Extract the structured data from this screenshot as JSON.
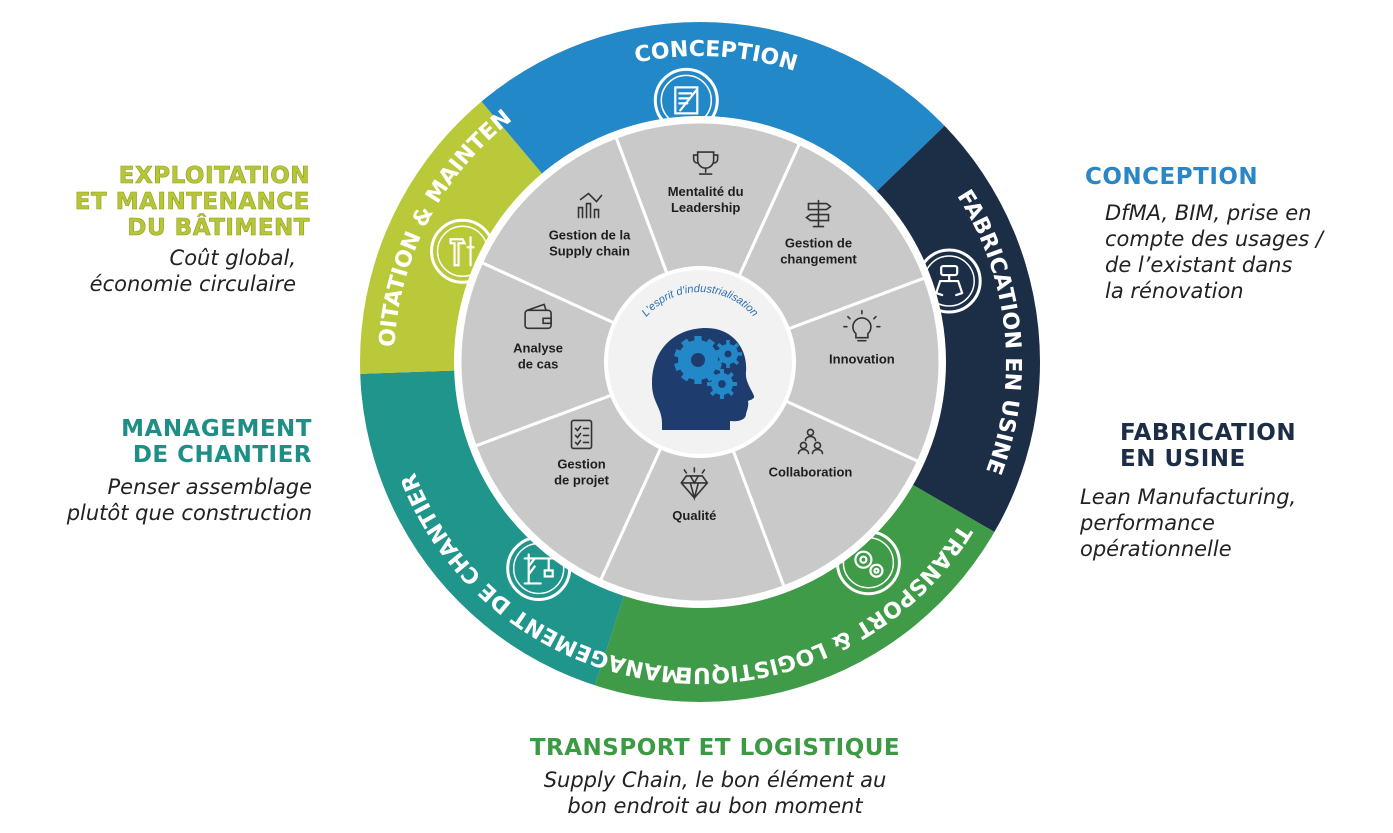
{
  "wheel": {
    "outer_segments": [
      {
        "id": "conception",
        "label": "CONCEPTION",
        "color": "#2388c8"
      },
      {
        "id": "fabrication",
        "label": "FABRICATION EN USINE",
        "color": "#1c2d46"
      },
      {
        "id": "transport",
        "label": "TRANSPORT & LOGISTIQUE",
        "color": "#3f9b48"
      },
      {
        "id": "management",
        "label": "MANAGEMENT DE CHANTIER",
        "color": "#1f958b"
      },
      {
        "id": "exploitation",
        "label": "EXPLOITATION & MAINTENANCE",
        "color": "#b9c93a"
      }
    ],
    "outer_icons": {
      "conception": "document-pen-icon",
      "fabrication": "robot-arm-icon",
      "transport": "gears-icon",
      "management": "crane-icon",
      "exploitation": "hammer-screwdriver-icon"
    },
    "inner_segments": [
      {
        "label_lines": [
          "Mentalité du",
          "Leadership"
        ],
        "icon": "trophy-icon"
      },
      {
        "label_lines": [
          "Gestion de",
          "changement"
        ],
        "icon": "signpost-icon"
      },
      {
        "label_lines": [
          "Innovation"
        ],
        "icon": "lightbulb-icon"
      },
      {
        "label_lines": [
          "Collaboration"
        ],
        "icon": "people-icon"
      },
      {
        "label_lines": [
          "Qualité"
        ],
        "icon": "diamond-icon"
      },
      {
        "label_lines": [
          "Gestion",
          "de projet"
        ],
        "icon": "checklist-icon"
      },
      {
        "label_lines": [
          "Analyse",
          "de cas"
        ],
        "icon": "wallet-icon"
      },
      {
        "label_lines": [
          "Gestion de la",
          "Supply chain"
        ],
        "icon": "bar-chart-icon"
      }
    ],
    "center_text": "L'esprit d'industrialisation",
    "center_icon": "head-gears-icon",
    "colors": {
      "inner_ring": "#c9c9c9",
      "center": "#f2f2f2",
      "head": "#1e3d6e",
      "gear": "#2388c8"
    }
  },
  "sections": {
    "exploitation": {
      "title_lines": [
        "EXPLOITATION",
        "ET MAINTENANCE",
        "DU BÂTIMENT"
      ],
      "desc": "Coût global,\néconomie circulaire"
    },
    "management": {
      "title_lines": [
        "MANAGEMENT",
        "DE CHANTIER"
      ],
      "desc": "Penser assemblage\nplutôt que construction"
    },
    "conception": {
      "title_lines": [
        "CONCEPTION"
      ],
      "desc": "DfMA, BIM, prise en\n   compte des usages /\n   de l’existant dans\n   la rénovation"
    },
    "fabrication": {
      "title_lines": [
        "FABRICATION",
        "EN USINE"
      ],
      "desc": "    Lean Manufacturing,\nperformance\nopérationnelle"
    },
    "transport": {
      "title_lines": [
        "TRANSPORT ET LOGISTIQUE"
      ],
      "desc": "Supply Chain, le bon élément au\nbon endroit au bon moment"
    }
  }
}
